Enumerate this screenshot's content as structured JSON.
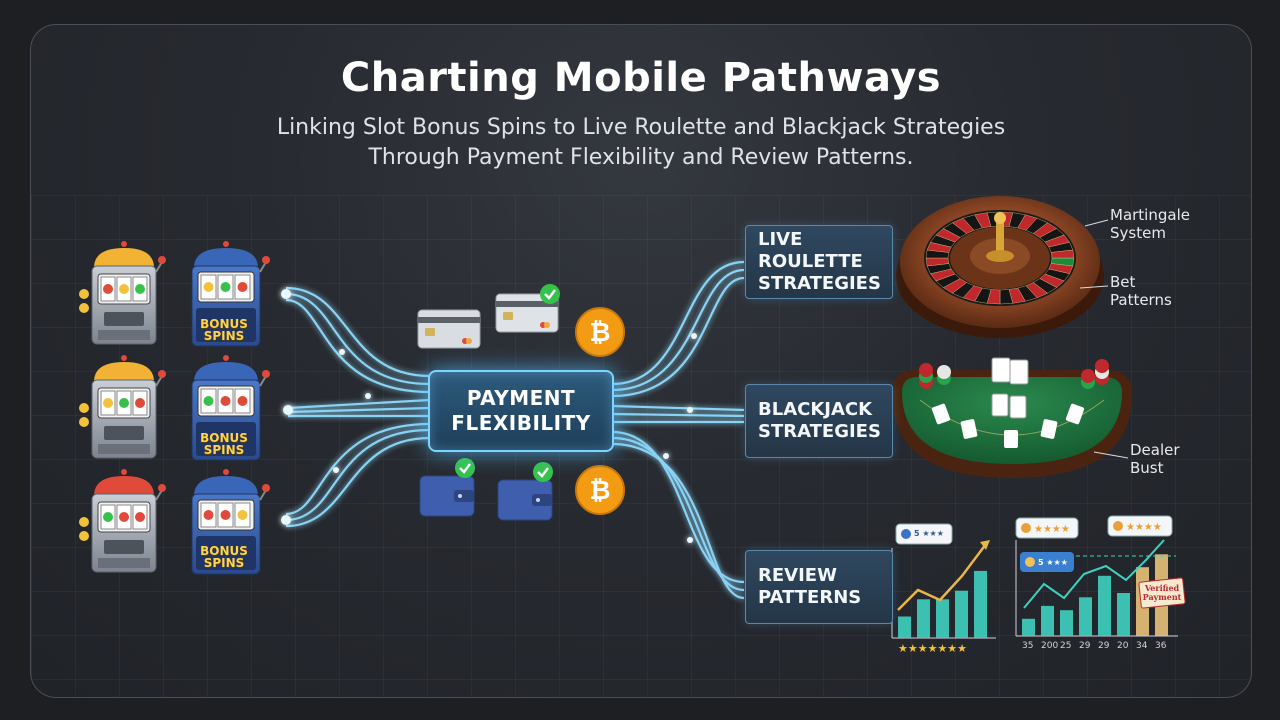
{
  "header": {
    "title": "Charting Mobile Pathways",
    "subtitle_line1": "Linking Slot Bonus Spins to Live Roulette and Blackjack Strategies",
    "subtitle_line2": "Through Payment Flexibility and Review Patterns."
  },
  "slots": {
    "bonus_line1": "BONUS",
    "bonus_line2": "SPINS"
  },
  "hub": {
    "line1": "PAYMENT",
    "line2": "FLEXIBILITY"
  },
  "payment_icons": [
    "credit-card-icon",
    "bitcoin-icon",
    "wallet-icon",
    "check-icon"
  ],
  "targets": {
    "roulette": {
      "line1": "LIVE ROULETTE",
      "line2": "STRATEGIES"
    },
    "blackjack": {
      "line1": "BLACKJACK",
      "line2": "STRATEGIES"
    },
    "reviews": {
      "line1": "REVIEW",
      "line2": "PATTERNS"
    }
  },
  "annotations": {
    "martingale_1": "Martingale",
    "martingale_2": "System",
    "bet_1": "Bet",
    "bet_2": "Patterns",
    "dealer_1": "Dealer",
    "dealer_2": "Bust"
  },
  "review_chart": {
    "left_bubble": "5 ★★★",
    "left_bars": [
      0.25,
      0.45,
      0.45,
      0.55,
      0.78
    ],
    "right_bars": [
      0.2,
      0.35,
      0.3,
      0.45,
      0.7,
      0.5,
      0.8,
      0.95
    ],
    "axis_numbers": [
      "35",
      "200",
      "25",
      "29",
      "29",
      "20",
      "34",
      "36"
    ],
    "verified_line1": "Verified",
    "verified_line2": "Payment",
    "right_bubble_small": "5 ★★★"
  },
  "colors": {
    "background": "#1d1f23",
    "glow": "#7fd4ff",
    "hub_fill": "#2e5a7c",
    "target_fill": "#2f4860",
    "table_green": "#1f6b3b",
    "roulette_wood": "#7a3b1e",
    "bitcoin": "#f39b12",
    "wallet": "#3f5fae",
    "check": "#36c24a",
    "bar_teal": "#3fd1c0",
    "trend_gold": "#e8b64a"
  }
}
